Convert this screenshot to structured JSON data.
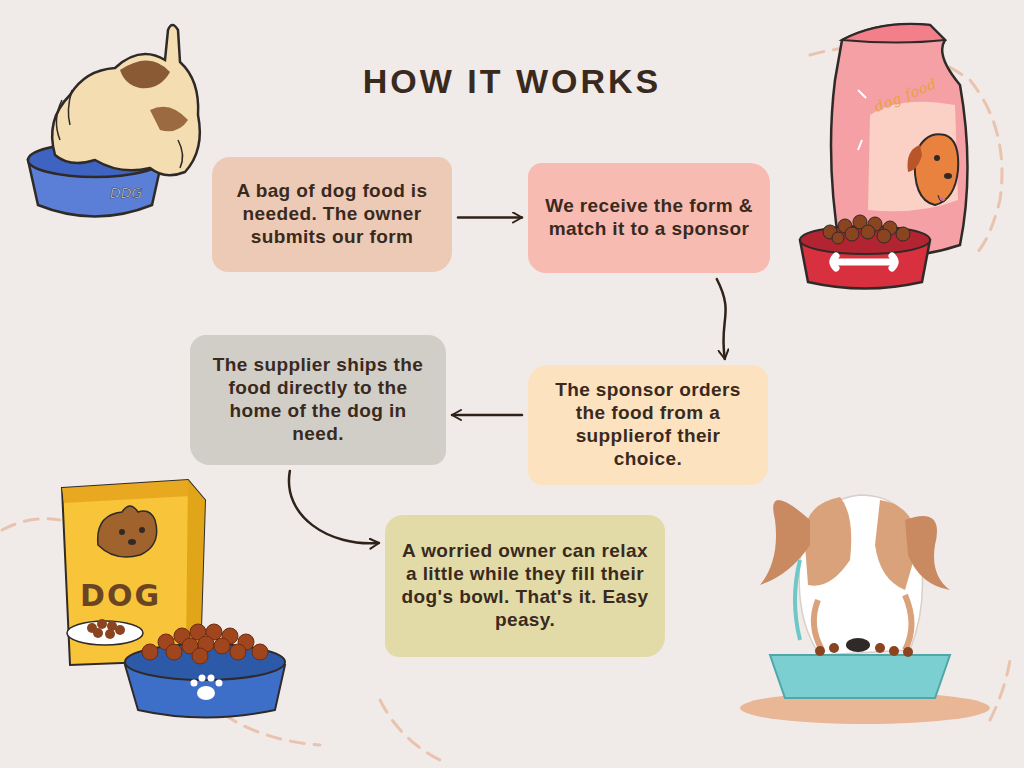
{
  "diagram": {
    "title": "HOW IT WORKS",
    "nodes": [
      {
        "text": [
          "A bag of dog food is needed. The owner submits our form"
        ]
      },
      {
        "text": [
          "We receive the form & match it to a sponsor"
        ]
      },
      {
        "text": [
          "The sponsor orders the food from a supplierof their choice."
        ]
      },
      {
        "text": [
          "The supplier ships the food directly to the home of the dog in need."
        ]
      },
      {
        "text": [
          "A worried owner can relax a little while they fill their dog's bowl. That's it. Easy peasy."
        ]
      }
    ],
    "edges": [
      {
        "from": 0,
        "to": 1,
        "arrow": "to"
      },
      {
        "from": 1,
        "to": 2,
        "arrow": "to"
      },
      {
        "from": 2,
        "to": 3,
        "arrow": "to"
      },
      {
        "from": 3,
        "to": 4,
        "arrow": "to"
      }
    ],
    "labels": [
      "dog food",
      "DOG"
    ]
  }
}
